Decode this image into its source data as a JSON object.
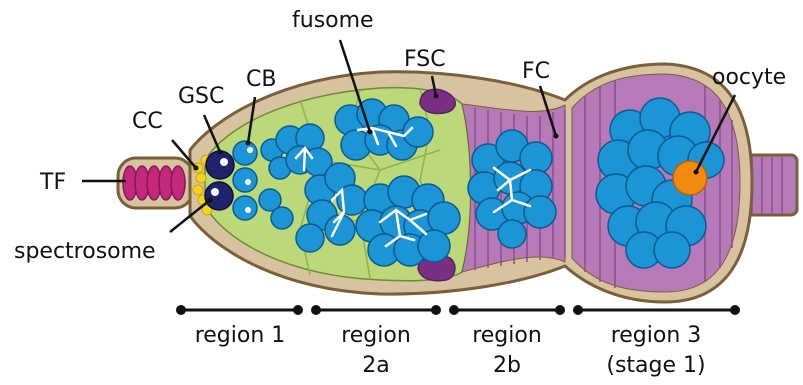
{
  "labels": {
    "tf": "TF",
    "cc": "CC",
    "gsc": "GSC",
    "cb": "CB",
    "fusome": "fusome",
    "fsc": "FSC",
    "fc": "FC",
    "oocyte": "oocyte",
    "spectrosome": "spectrosome"
  },
  "regions": [
    {
      "line1": "region 1",
      "line2": ""
    },
    {
      "line1": "region",
      "line2": "2a"
    },
    {
      "line1": "region",
      "line2": "2b"
    },
    {
      "line1": "region 3",
      "line2": "(stage 1)"
    }
  ],
  "colors": {
    "outline": "#7a5f3a",
    "sheath": "#d7c39f",
    "germarium_fill": "#bcd97a",
    "follicle_fill": "#b77ab9",
    "follicle_stripe": "#8a4e8e",
    "cyst_blue": "#1b95d6",
    "cyst_dark": "#0d5a8e",
    "tf_magenta": "#c2287c",
    "cc_yellow": "#f5d31c",
    "gsc_navy": "#1e236b",
    "fsc_purple": "#7b2f84",
    "oocyte_orange": "#f18a0f",
    "fusome_white": "#ffffff"
  }
}
